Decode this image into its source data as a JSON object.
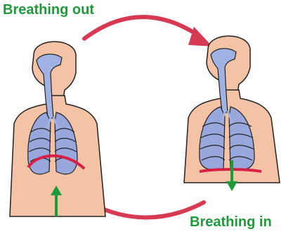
{
  "labels": {
    "breathing_out": "Breathing out",
    "breathing_in": "Breathing in"
  },
  "colors": {
    "label_text": "#1f9a3a",
    "cycle_arrow": "#d63a52",
    "diaphragm": "#d81f45",
    "motion_arrow": "#1f9a3a",
    "skin": "#f4c3a6",
    "outline": "#222222",
    "airway": "#9fb2e3",
    "lung": "#98a8dd"
  },
  "figures": [
    {
      "state": "exhale",
      "diaphragm": "raised",
      "arrow": "up"
    },
    {
      "state": "inhale",
      "diaphragm": "flat",
      "arrow": "down"
    }
  ]
}
